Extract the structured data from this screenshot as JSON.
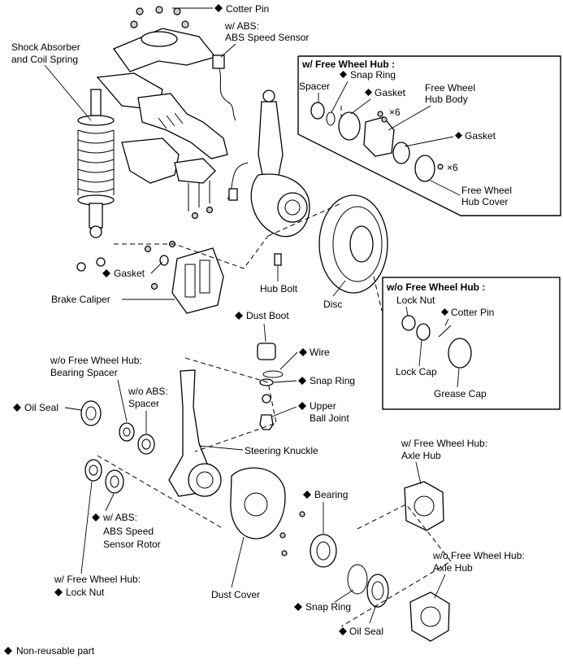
{
  "labels": {
    "cotter_pin_top": "Cotter Pin",
    "abs_sensor_1": "w/ ABS:",
    "abs_sensor_2": "ABS Speed Sensor",
    "shock_1": "Shock Absorber",
    "shock_2": "and Coil Spring",
    "gasket_left": "Gasket",
    "brake_caliper": "Brake Caliper",
    "hub_bolt": "Hub Bolt",
    "disc": "Disc",
    "dust_boot": "Dust Boot",
    "wire": "Wire",
    "snap_ring_mid": "Snap Ring",
    "upper_ball_1": "Upper",
    "upper_ball_2": "Ball Joint",
    "steering_knuckle": "Steering Knuckle",
    "bearing_spacer_1": "w/o Free Wheel Hub:",
    "bearing_spacer_2": "Bearing Spacer",
    "oil_seal_left": "Oil Seal",
    "wo_abs_spacer_1": "w/o ABS:",
    "wo_abs_spacer_2": "Spacer",
    "abs_rotor_1": "w/ ABS:",
    "abs_rotor_2": "ABS Speed",
    "abs_rotor_3": "Sensor Rotor",
    "lock_nut_1": "w/ Free Wheel Hub:",
    "lock_nut_2": "Lock Nut",
    "dust_cover": "Dust Cover",
    "bearing": "Bearing",
    "snap_ring_bottom": "Snap Ring",
    "oil_seal_bottom": "Oil Seal",
    "axle_hub_w_1": "w/ Free Wheel Hub:",
    "axle_hub_w_2": "Axle Hub",
    "axle_hub_wo_1": "w/o Free Wheel Hub:",
    "axle_hub_wo_2": "Axle Hub",
    "legend": "Non-reusable part"
  },
  "fwh_box": {
    "title": "w/ Free Wheel Hub :",
    "spacer": "Spacer",
    "snap_ring": "Snap Ring",
    "gasket_1": "Gasket",
    "x6_1": "×6",
    "hub_body_1": "Free Wheel",
    "hub_body_2": "Hub Body",
    "gasket_2": "Gasket",
    "x6_2": "×6",
    "hub_cover_1": "Free Wheel",
    "hub_cover_2": "Hub Cover"
  },
  "wofwh_box": {
    "title": "w/o Free Wheel Hub :",
    "lock_nut": "Lock Nut",
    "cotter_pin": "Cotter Pin",
    "lock_cap": "Lock Cap",
    "grease_cap": "Grease Cap"
  }
}
